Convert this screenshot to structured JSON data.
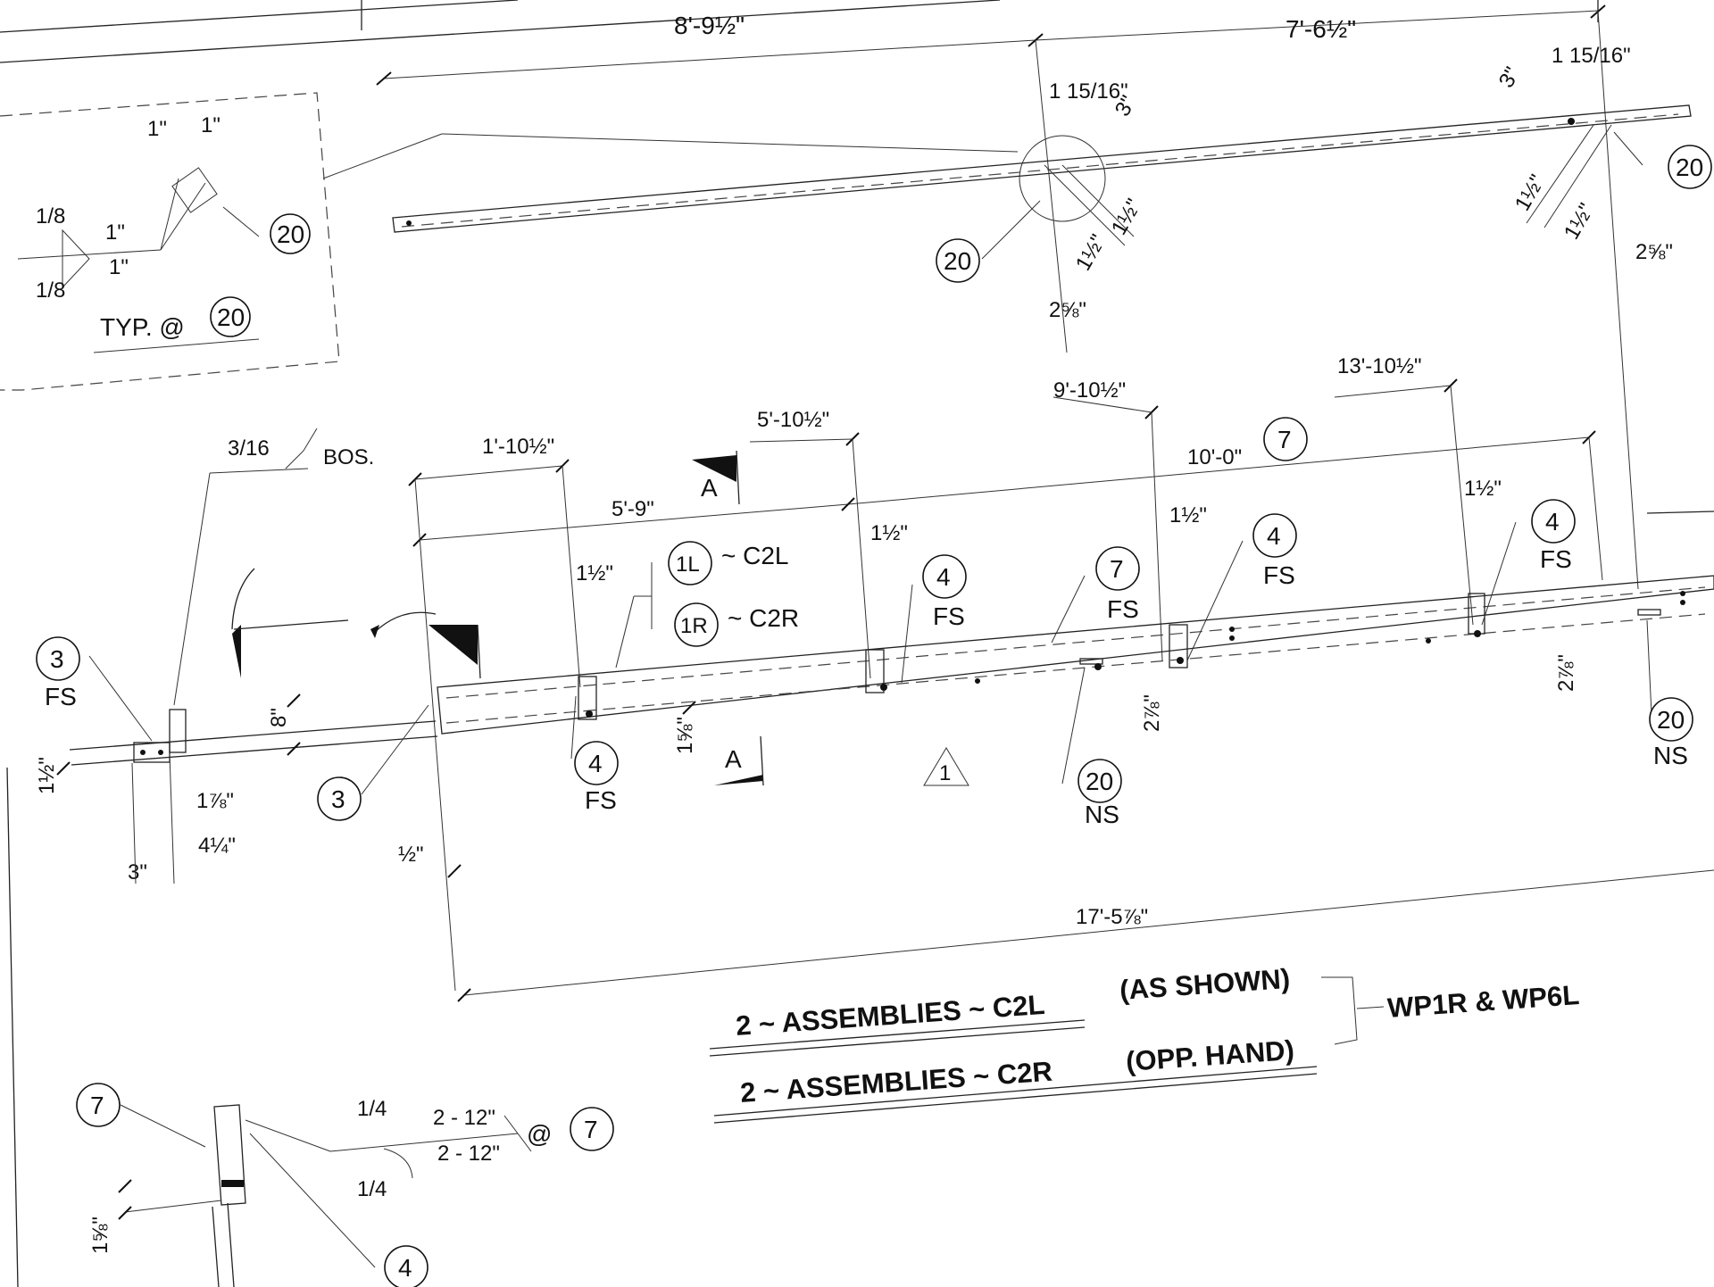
{
  "dimensions": {
    "d_8_9_half": "8'-9½\"",
    "d_7_6_half": "7'-6½\"",
    "d_1_15_16_a": "1 15/16\"",
    "d_1_15_16_b": "1 15/16\"",
    "d_3_in_a": "3\"",
    "d_3_in_b": "3\"",
    "d_1_half_a": "1½\"",
    "d_1_half_b": "1½\"",
    "d_1_half_c": "1½\"",
    "d_1_half_d": "1½\"",
    "d_2_5_8_a": "2⅝\"",
    "d_2_5_8_b": "2⅝\"",
    "d_9_10_half": "9'-10½\"",
    "d_13_10_half": "13'-10½\"",
    "d_5_10_half": "5'-10½\"",
    "d_1_10_half": "1'-10½\"",
    "d_10_0": "10'-0\"",
    "d_5_9": "5'-9\"",
    "d_1_half_e": "1½\"",
    "d_1_half_f": "1½\"",
    "d_1_half_g": "1½\"",
    "d_1_half_h": "1½\"",
    "d_8_in": "8\"",
    "d_1_half_left": "1½\"",
    "d_1_7_8": "1⅞\"",
    "d_3_in_left": "3\"",
    "d_4_1_4": "4¼\"",
    "d_half_in": "½\"",
    "d_1_5_8": "1⅝\"",
    "d_2_7_8_a": "2⅞\"",
    "d_2_7_8_b": "2⅞\"",
    "d_17_5_7_8": "17'-5⅞\"",
    "d_1_5_8_bottom": "1⅝\""
  },
  "detail_box": {
    "one_in_a": "1\"",
    "one_in_b": "1\"",
    "one_in_c": "1\"",
    "one_in_d": "1\"",
    "frac_a": "1/8",
    "frac_b": "1/8",
    "typ_label": "TYP. @",
    "typ_ref": "20",
    "callout": "20"
  },
  "weld_symbols": {
    "frac_3_16": "3/16",
    "bos": "BOS.",
    "frac_1_4_a": "1/4",
    "frac_1_4_b": "1/4",
    "weld_2_12_a": "2 - 12\"",
    "weld_2_12_b": "2 - 12\"",
    "at_sign": "@",
    "at_ref": "7"
  },
  "callouts": {
    "c20_top": "20",
    "c20_right": "20",
    "c7_dim": "7",
    "c7_mid": "7",
    "c7_mid_fs": "FS",
    "c4_mid": "4",
    "c4_mid_fs": "FS",
    "c4_right": "4",
    "c4_right_fs": "FS",
    "c4_far": "4",
    "c4_far_fs": "FS",
    "c3_left": "3",
    "c3_left_fs": "FS",
    "c3_lower": "3",
    "c4_lower": "4",
    "c4_lower_fs": "FS",
    "c20_ns_mid": "20",
    "c20_ns_mid_label": "NS",
    "c20_ns_right": "20",
    "c20_ns_right_label": "NS",
    "c7_bottom": "7",
    "c4_bottom": "4",
    "rev_triangle": "1"
  },
  "part_marks": {
    "p1l": "1L",
    "p1l_to": "~ C2L",
    "p1r": "1R",
    "p1r_to": "~ C2R"
  },
  "section_marks": {
    "a_top": "A",
    "a_bottom": "A"
  },
  "assembly_notes": {
    "line1": "2 ~ ASSEMBLIES ~ C2L",
    "line1_note": "(AS SHOWN)",
    "line2": "2 ~ ASSEMBLIES ~ C2R",
    "line2_note": "(OPP. HAND)",
    "ref": "WP1R & WP6L"
  },
  "colors": {
    "ink": "#111111",
    "paper": "#ffffff"
  }
}
